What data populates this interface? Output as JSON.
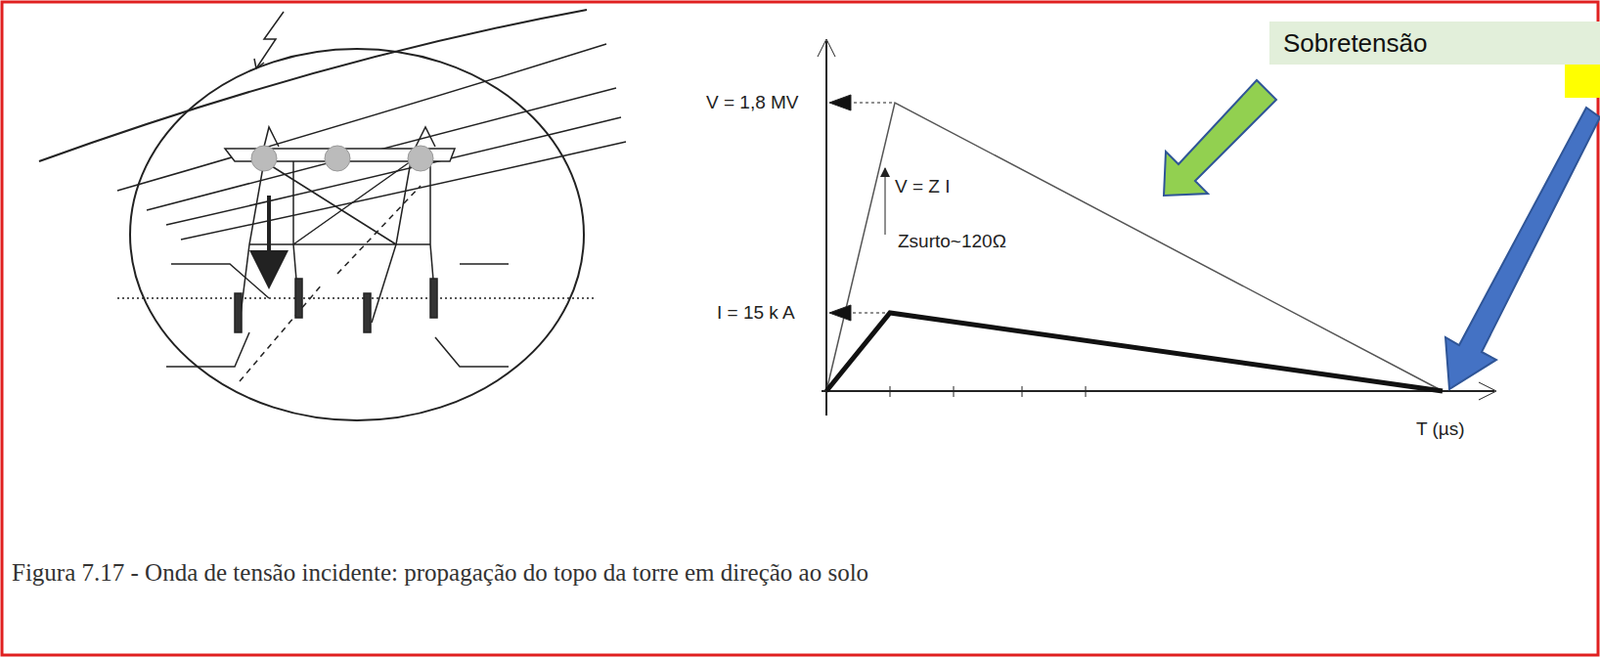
{
  "diagram": {
    "caption": "Figura 7.17 - Onda de tensão incidente: propagação do topo da torre em direção ao solo",
    "nodes": [
      {
        "text": [
          "Sobretensão"
        ]
      }
    ],
    "labels": [
      "V = 1,8 MV",
      "I = 15 k A",
      "V = Z I",
      "Zsurto~120Ω",
      "T (µs)"
    ]
  }
}
